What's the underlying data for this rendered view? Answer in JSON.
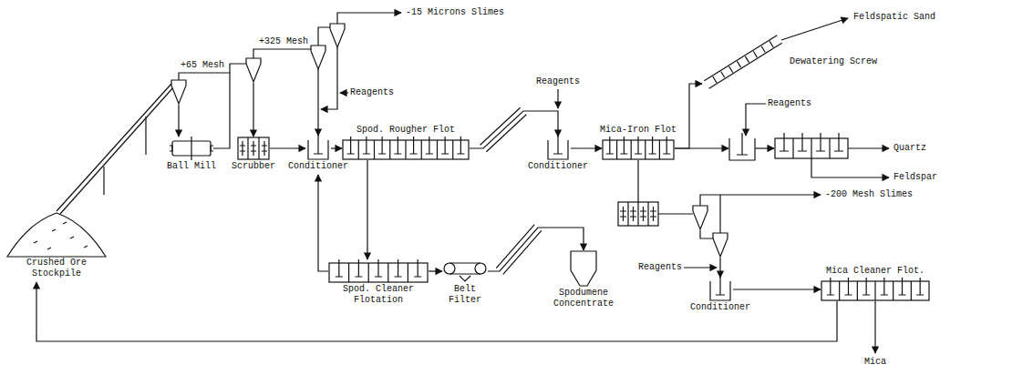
{
  "diagram": {
    "nodes": [
      {
        "text": [
          "Crushed Ore Stockpile"
        ]
      },
      {
        "text": [
          "Ball Mill"
        ]
      },
      {
        "text": [
          "Scrubber"
        ]
      },
      {
        "text": [
          "Conditioner"
        ]
      },
      {
        "text": [
          "Spod. Rougher Flot"
        ]
      },
      {
        "text": [
          "Spod. Cleaner Flotation"
        ]
      },
      {
        "text": [
          "Belt Filter"
        ]
      },
      {
        "text": [
          "Spodumene Concentrate"
        ]
      },
      {
        "text": [
          "Conditioner"
        ]
      },
      {
        "text": [
          "Mica-Iron Flot"
        ]
      },
      {
        "text": [
          "Dewatering Screw"
        ]
      },
      {
        "text": [
          "Conditioner"
        ]
      },
      {
        "text": [
          "Mica Cleaner Flot."
        ]
      }
    ],
    "edges": [
      {
        "from": 0,
        "to": 1,
        "arrow": "to"
      },
      {
        "from": 1,
        "to": 2,
        "arrow": "to"
      },
      {
        "from": 2,
        "to": 3,
        "arrow": "to"
      },
      {
        "from": 3,
        "to": 4,
        "arrow": "to"
      },
      {
        "from": 4,
        "to": 5,
        "arrow": "to"
      },
      {
        "from": 5,
        "to": 3,
        "arrow": "to"
      },
      {
        "from": 5,
        "to": 6,
        "arrow": "to"
      },
      {
        "from": 6,
        "to": 7,
        "arrow": "to"
      },
      {
        "from": 4,
        "to": 8,
        "arrow": "to"
      },
      {
        "from": 8,
        "to": 9,
        "arrow": "to"
      },
      {
        "from": 9,
        "to": 10,
        "arrow": "to"
      },
      {
        "from": 9,
        "to": 11,
        "arrow": "to"
      },
      {
        "from": 11,
        "to": 12,
        "arrow": "to"
      },
      {
        "from": 12,
        "to": 0,
        "arrow": "to"
      }
    ],
    "labels": [
      "+65 Mesh",
      "+325 Mesh",
      "-15 Microns Slimes",
      "Reagents",
      "Reagents",
      "Feldspatic Sand",
      "Reagents",
      "Quartz",
      "Feldspar",
      "-200 Mesh Slimes",
      "Reagents",
      "Mica"
    ]
  }
}
